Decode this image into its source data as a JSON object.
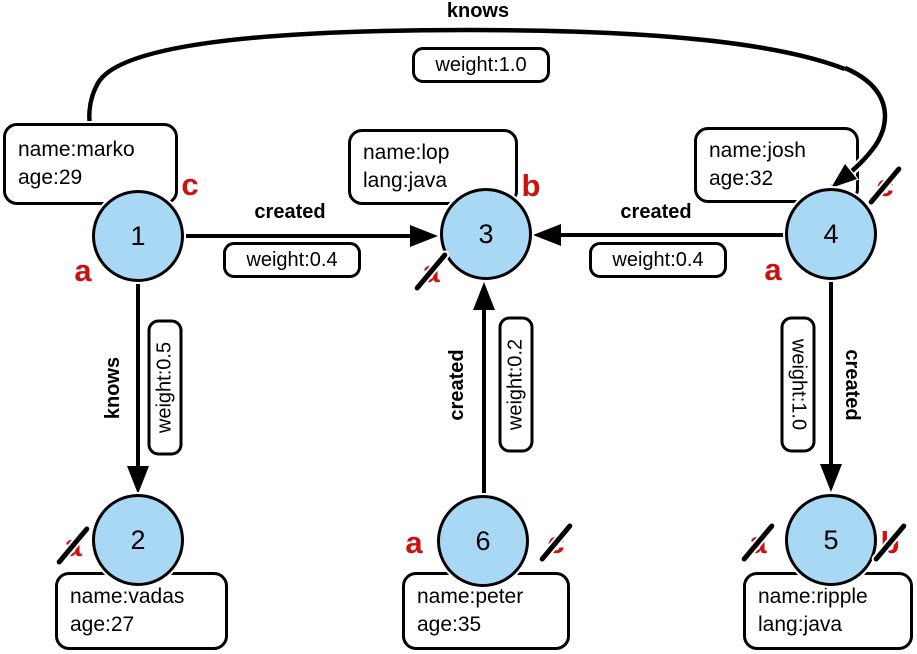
{
  "colors": {
    "node_fill": "#a9d8f5",
    "node_border": "#000000",
    "edge": "#000000",
    "marker_red": "#cc1111",
    "box_bg": "#ffffff",
    "box_border": "#000000"
  },
  "nodes": {
    "n1": {
      "id": "1",
      "properties": [
        "name:marko",
        "age:29"
      ]
    },
    "n2": {
      "id": "2",
      "properties": [
        "name:vadas",
        "age:27"
      ]
    },
    "n3": {
      "id": "3",
      "properties": [
        "name:lop",
        "lang:java"
      ]
    },
    "n4": {
      "id": "4",
      "properties": [
        "name:josh",
        "age:32"
      ]
    },
    "n5": {
      "id": "5",
      "properties": [
        "name:ripple",
        "lang:java"
      ]
    },
    "n6": {
      "id": "6",
      "properties": [
        "name:peter",
        "age:35"
      ]
    }
  },
  "edges": {
    "knows_1_4": {
      "label": "knows",
      "weight": "weight:1.0"
    },
    "created_1_3": {
      "label": "created",
      "weight": "weight:0.4"
    },
    "created_4_3": {
      "label": "created",
      "weight": "weight:0.4"
    },
    "knows_1_2": {
      "label": "knows",
      "weight": "weight:0.5"
    },
    "created_6_3": {
      "label": "created",
      "weight": "weight:0.2"
    },
    "created_4_5": {
      "label": "created",
      "weight": "weight:1.0"
    }
  },
  "step_markers": [
    {
      "node": "1",
      "side": "left",
      "letter": "a",
      "crossed": false
    },
    {
      "node": "1",
      "side": "right",
      "letter": "c",
      "crossed": false
    },
    {
      "node": "2",
      "side": "left",
      "letter": "a",
      "crossed": true
    },
    {
      "node": "3",
      "side": "left",
      "letter": "a",
      "crossed": true
    },
    {
      "node": "3",
      "side": "right",
      "letter": "b",
      "crossed": false
    },
    {
      "node": "4",
      "side": "left",
      "letter": "a",
      "crossed": false
    },
    {
      "node": "4",
      "side": "right",
      "letter": "c",
      "crossed": true
    },
    {
      "node": "5",
      "side": "left",
      "letter": "a",
      "crossed": true
    },
    {
      "node": "5",
      "side": "right",
      "letter": "b",
      "crossed": true
    },
    {
      "node": "6",
      "side": "left",
      "letter": "a",
      "crossed": false
    },
    {
      "node": "6",
      "side": "right",
      "letter": "c",
      "crossed": true
    }
  ]
}
